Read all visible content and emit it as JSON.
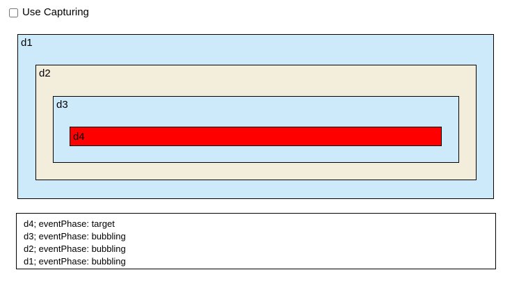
{
  "controls": {
    "use_capturing": {
      "label": "Use Capturing",
      "checked": false
    }
  },
  "boxes": {
    "d1": {
      "label": "d1",
      "bg": "#cdeafb"
    },
    "d2": {
      "label": "d2",
      "bg": "#f3eddc"
    },
    "d3": {
      "label": "d3",
      "bg": "#cdeafb"
    },
    "d4": {
      "label": "d4",
      "bg": "#ff0000"
    }
  },
  "log": {
    "lines": [
      "d4; eventPhase: target",
      "d3; eventPhase: bubbling",
      "d2; eventPhase: bubbling",
      "d1; eventPhase: bubbling"
    ]
  },
  "colors": {
    "border": "#000000",
    "page_bg": "#ffffff",
    "text": "#000000"
  }
}
